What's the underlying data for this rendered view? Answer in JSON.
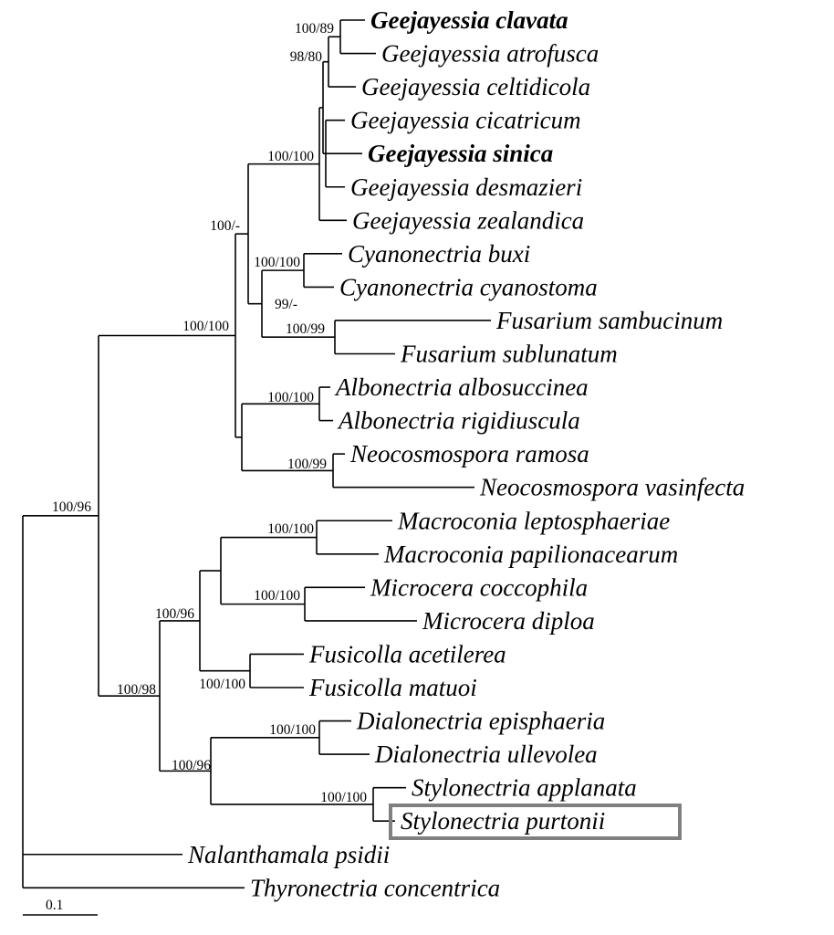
{
  "taxa": [
    {
      "name": "Geejayessia clavata",
      "bold": true
    },
    {
      "name": "Geejayessia atrofusca",
      "bold": false
    },
    {
      "name": "Geejayessia celtidicola",
      "bold": false
    },
    {
      "name": "Geejayessia cicatricum",
      "bold": false
    },
    {
      "name": "Geejayessia sinica",
      "bold": true
    },
    {
      "name": "Geejayessia desmazieri",
      "bold": false
    },
    {
      "name": "Geejayessia zealandica",
      "bold": false
    },
    {
      "name": "Cyanonectria buxi",
      "bold": false
    },
    {
      "name": "Cyanonectria cyanostoma",
      "bold": false
    },
    {
      "name": "Fusarium sambucinum",
      "bold": false
    },
    {
      "name": "Fusarium sublunatum",
      "bold": false
    },
    {
      "name": "Albonectria albosuccinea",
      "bold": false
    },
    {
      "name": "Albonectria rigidiuscula",
      "bold": false
    },
    {
      "name": "Neocosmospora ramosa",
      "bold": false
    },
    {
      "name": "Neocosmospora vasinfecta",
      "bold": false
    },
    {
      "name": "Macroconia leptosphaeriae",
      "bold": false
    },
    {
      "name": "Macroconia papilionacearum",
      "bold": false
    },
    {
      "name": "Microcera coccophila",
      "bold": false
    },
    {
      "name": "Microcera diploa",
      "bold": false
    },
    {
      "name": "Fusicolla acetilerea",
      "bold": false
    },
    {
      "name": "Fusicolla matuoi",
      "bold": false
    },
    {
      "name": "Dialonectria episphaeria",
      "bold": false
    },
    {
      "name": "Dialonectria ullevolea",
      "bold": false
    },
    {
      "name": "Stylonectria applanata",
      "bold": false
    },
    {
      "name": "Stylonectria purtonii",
      "bold": false,
      "highlighted": true
    },
    {
      "name": "Nalanthamala psidii",
      "bold": false
    },
    {
      "name": "Thyronectria concentrica",
      "bold": false
    }
  ],
  "supports": {
    "clavata_atrofusca": "100/89",
    "clavata_celtidicola": "98/80",
    "geejayessia": "100/100",
    "geejayessia_cyano_fusarium": "100/-",
    "cyanonectria": "100/100",
    "cyano_fusarium": "99/-",
    "fusarium": "100/99",
    "upper_clade": "100/100",
    "albonectria": "100/100",
    "neocosmospora": "100/99",
    "ingroup": "100/96",
    "macroconia": "100/100",
    "microcera": "100/100",
    "macro_micro_fusicolla": "100/96",
    "fusicolla": "100/100",
    "lower_clade": "100/98",
    "dialonectria": "100/100",
    "dial_stylo": "100/96",
    "stylonectria": "100/100"
  },
  "scale_bar": {
    "label": "0.1"
  },
  "colors": {
    "branch": "#000000",
    "highlight_box": "#808080"
  }
}
